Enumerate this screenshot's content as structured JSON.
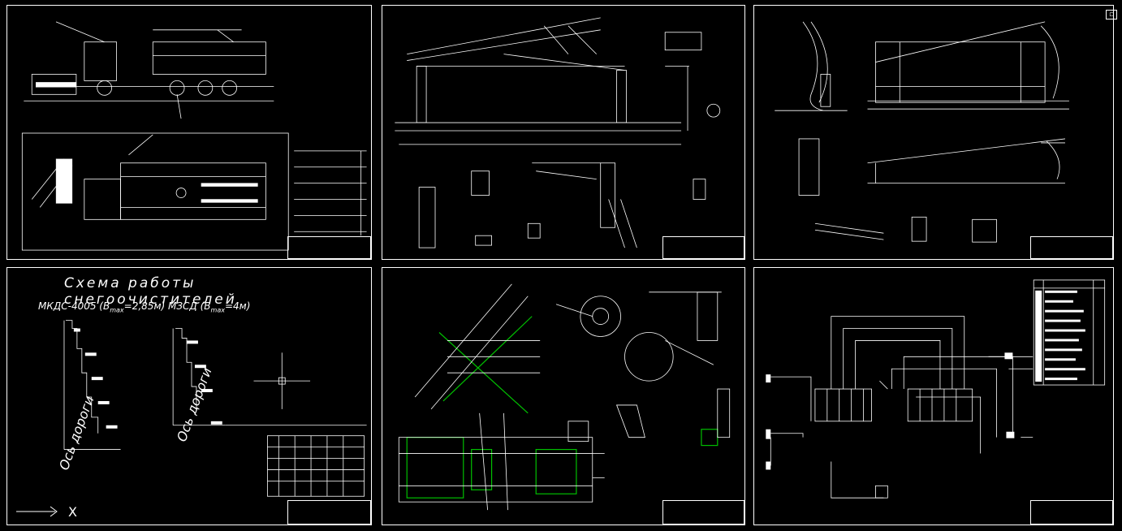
{
  "window": {
    "close_glyph": "▫"
  },
  "ucs": {
    "label": "X"
  },
  "sheets": {
    "schema": {
      "title": "Схема работы снегоочистителей",
      "left_machine": "МКДС-4005 (B",
      "left_machine_sub": "max",
      "left_machine_val": "=2,85м)",
      "right_machine": "МЗСД (B",
      "right_machine_sub": "max",
      "right_machine_val": "=4м)",
      "axis_label": "Ось дороги"
    }
  },
  "colors": {
    "background": "#000000",
    "lines": "#ffffff",
    "highlight": "#00c000"
  }
}
